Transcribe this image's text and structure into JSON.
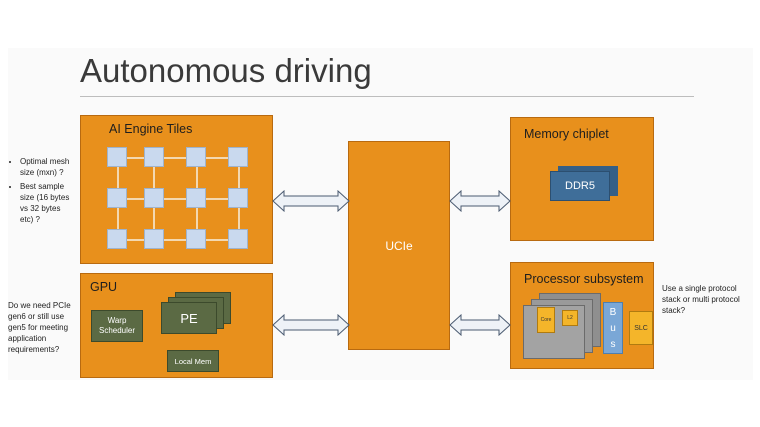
{
  "slide": {
    "title": "Autonomous driving"
  },
  "blocks": {
    "ai_engine": {
      "label": "AI Engine Tiles"
    },
    "gpu": {
      "label": "GPU",
      "warp_scheduler": "Warp Scheduler",
      "pe": "PE",
      "local_mem": "Local Mem"
    },
    "ucie": {
      "label": "UCIe"
    },
    "memory": {
      "label": "Memory chiplet",
      "ddr5": "DDR5"
    },
    "processor": {
      "label": "Processor subsystem",
      "core_label": "Core",
      "cache_label": "L2",
      "bus_letters": [
        "B",
        "u",
        "s"
      ],
      "slc": "SLC"
    }
  },
  "notes": {
    "mesh": [
      "Optimal mesh size (mxn) ?",
      "Best sample size (16 bytes vs 32 bytes etc) ?"
    ],
    "pcie": "Do we need PCIe gen6 or still use gen5 for meeting application requirements?",
    "protocol": "Use a single protocol stack or multi protocol stack?"
  },
  "colors": {
    "block_orange": "#e8901c",
    "tile_blue": "#c9d9ee",
    "ddr_blue": "#3f6e99",
    "gpu_dark": "#5b6a44",
    "bus_blue": "#7aa7d6",
    "core_yellow": "#f4b52a"
  }
}
